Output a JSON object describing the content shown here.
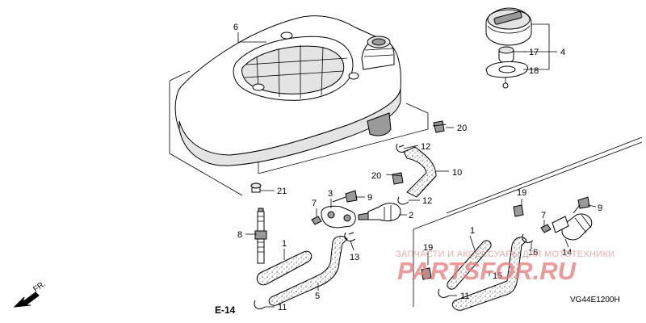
{
  "diagram": {
    "callouts": {
      "c1a": "1",
      "c1b": "1",
      "c2": "2",
      "c3": "3",
      "c4": "4",
      "c5": "5",
      "c6": "6",
      "c7a": "7",
      "c7b": "7",
      "c8": "8",
      "c9a": "9",
      "c9b": "9",
      "c10": "10",
      "c11a": "11",
      "c11b": "11",
      "c12a": "12",
      "c12b": "12",
      "c13": "13",
      "c14": "14",
      "c15": "15",
      "c16": "16",
      "c17": "17",
      "c18": "18",
      "c19a": "19",
      "c19b": "19",
      "c20a": "20",
      "c20b": "20",
      "c21": "21"
    },
    "reference": "E-14",
    "direction": "FR.",
    "drawing_code": "VG44E1200H",
    "watermark_text": "ЗАПЧАСТИ И АКСЕССУАРЫ ДЛЯ МОТОТЕХНИКИ",
    "watermark_logo": "PARTSFOR.RU",
    "watermark_color": "#e87b7b"
  }
}
